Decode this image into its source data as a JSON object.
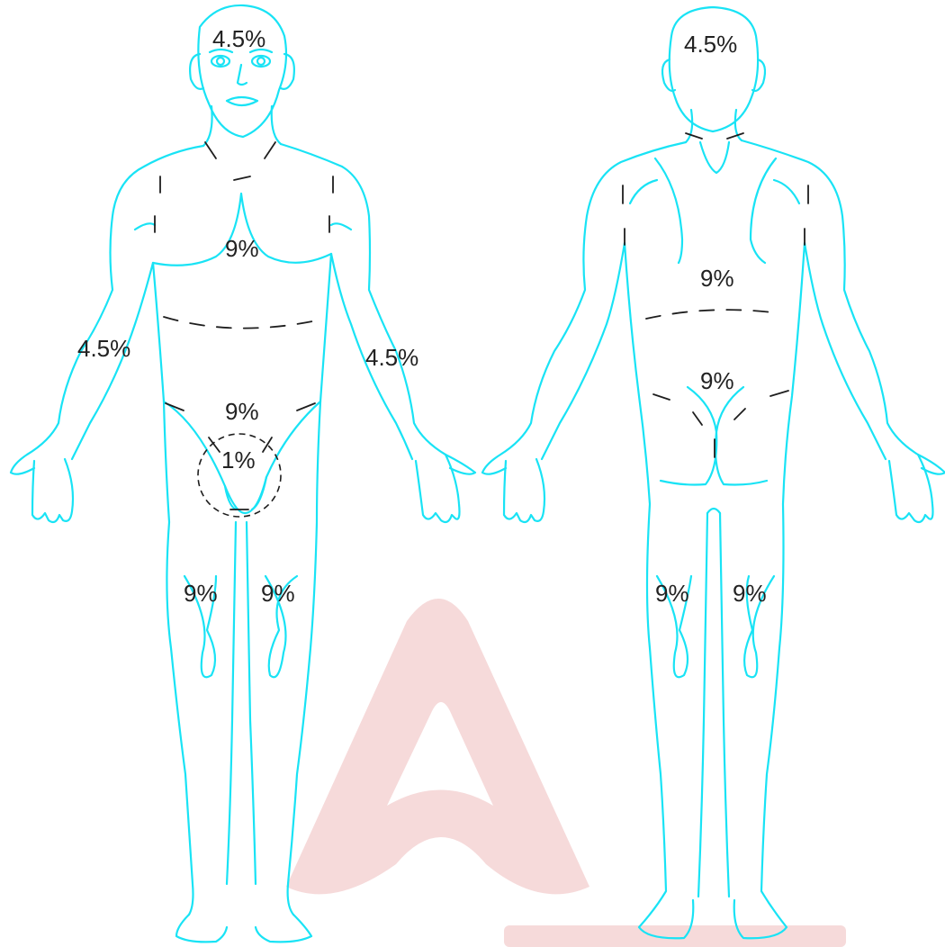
{
  "front": {
    "head": "4.5%",
    "chest": "9%",
    "abdomen": "9%",
    "left_arm": "4.5%",
    "right_arm": "4.5%",
    "genitals": "1%",
    "left_leg": "9%",
    "right_leg": "9%"
  },
  "back": {
    "head": "4.5%",
    "upper_back": "9%",
    "lower_back": "9%",
    "left_leg": "9%",
    "right_leg": "9%"
  },
  "colors": {
    "outline": "#19e3f5",
    "label": "#222222",
    "watermark": "#f6dada"
  }
}
